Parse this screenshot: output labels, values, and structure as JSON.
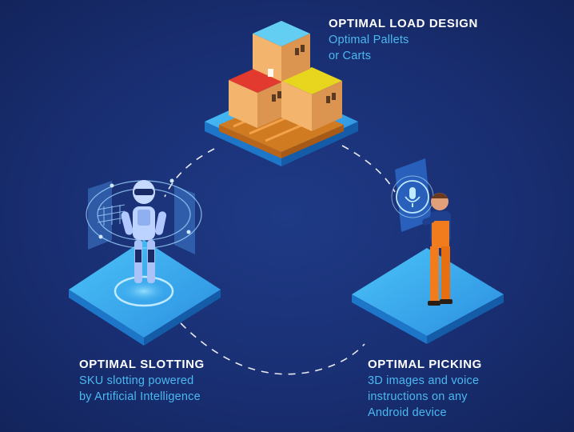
{
  "colors": {
    "background": "#192f73",
    "title_text": "#ffffff",
    "subtitle_text": "#4cb8f0",
    "platform_top": "#3aaef0",
    "platform_side": "#1c6fc0",
    "box_body": "#f0b26a",
    "box_lid_blue": "#5fc8f0",
    "box_lid_red": "#e0322a",
    "box_lid_yellow": "#e6d21e",
    "pallet": "#e08a2a",
    "worker_overalls": "#f07c1e",
    "robot": "#b9d0ff"
  },
  "stages": [
    {
      "title": "OPTIMAL LOAD DESIGN",
      "lines": [
        "Optimal Pallets",
        "or Carts"
      ],
      "icon": "pallet-boxes-icon"
    },
    {
      "title": "OPTIMAL SLOTTING",
      "lines": [
        "SKU slotting powered",
        "by Artificial Intelligence"
      ],
      "icon": "ai-robot-icon"
    },
    {
      "title": "OPTIMAL PICKING",
      "lines": [
        "3D images and voice",
        "instructions on any",
        "Android device"
      ],
      "icon": "voice-picking-worker-icon"
    }
  ]
}
